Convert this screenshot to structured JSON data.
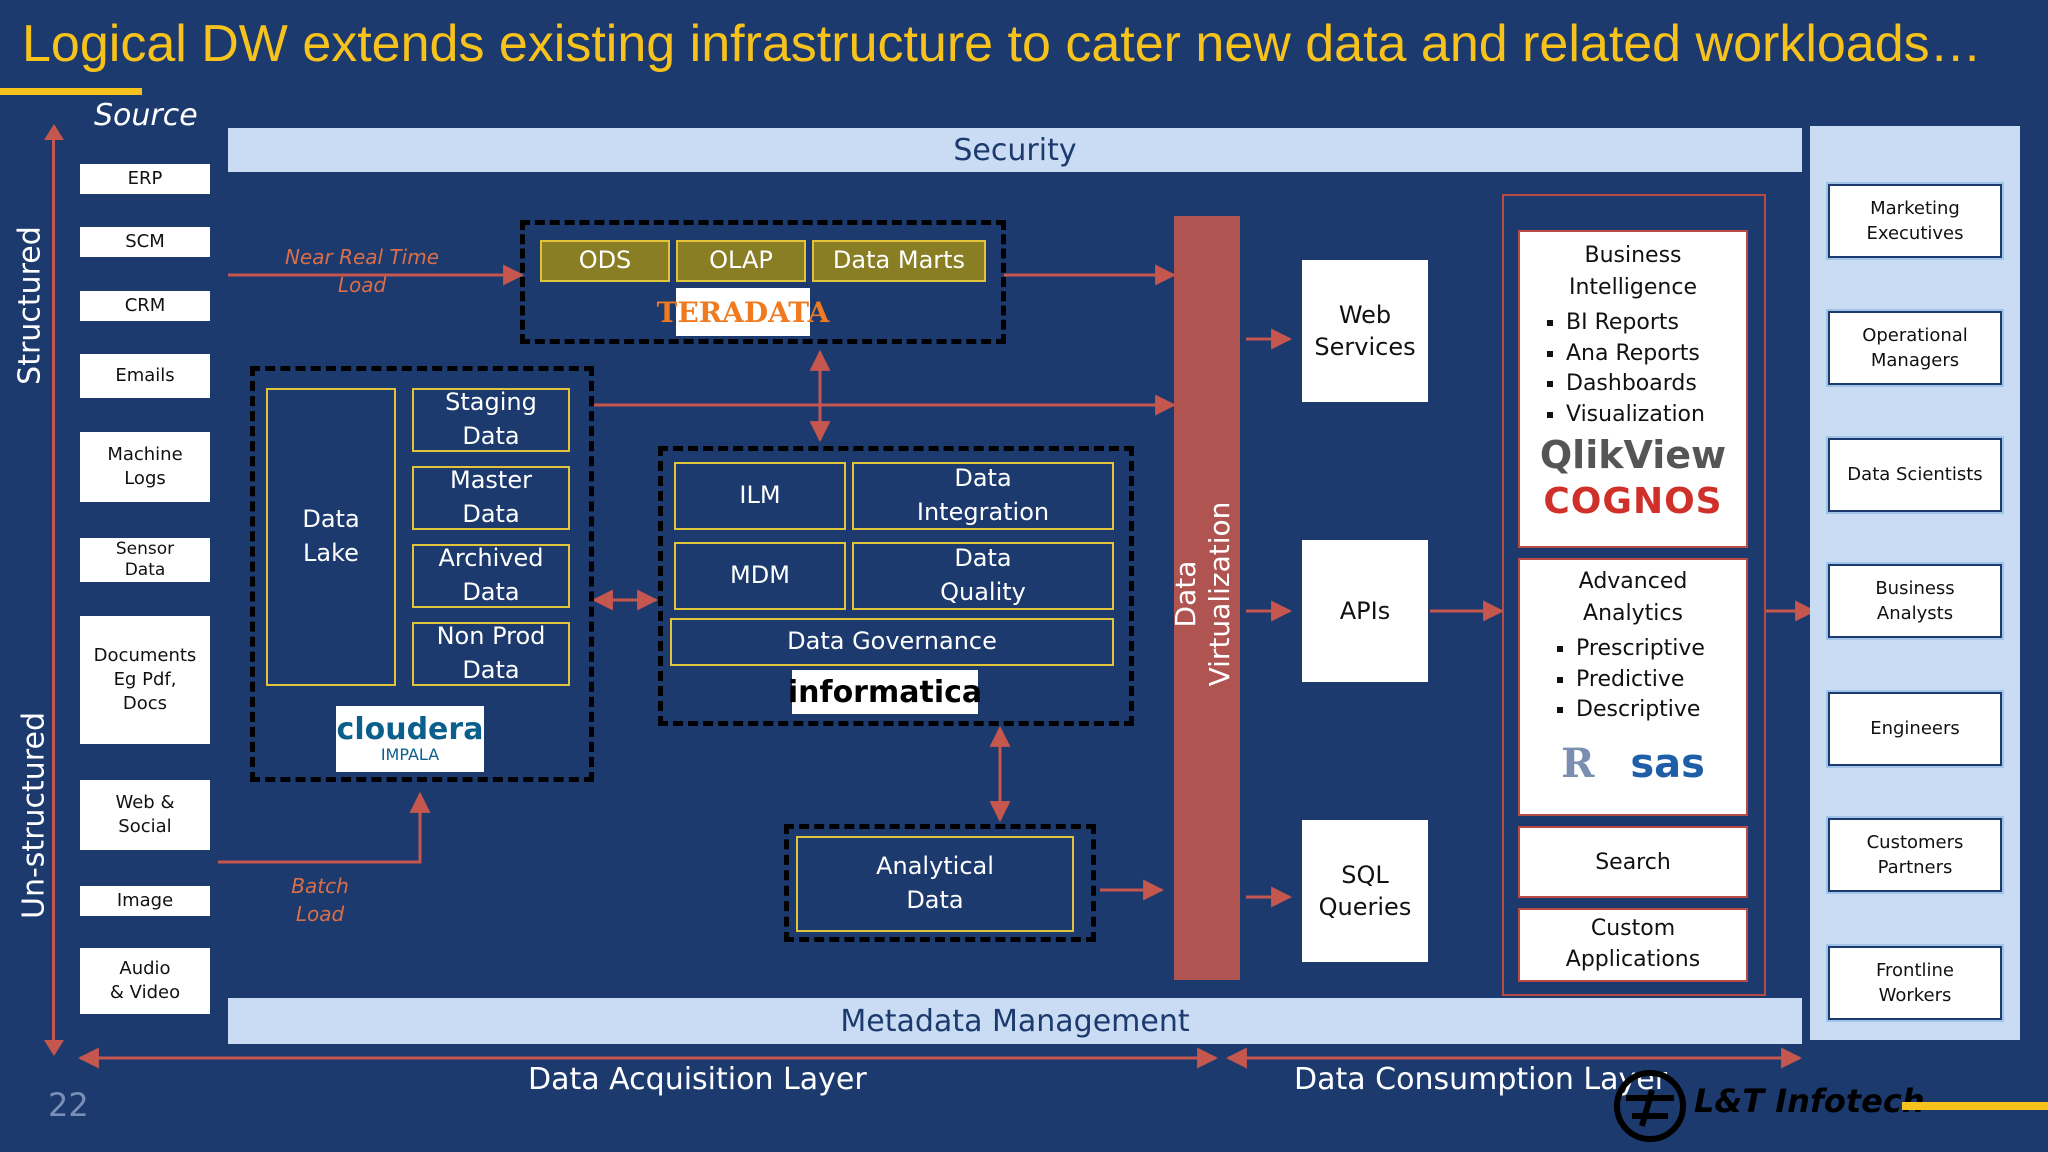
{
  "title": "Logical DW extends existing infrastructure to cater new data and related workloads…",
  "source_label": "Source",
  "axis": {
    "structured": "Structured",
    "unstructured": "Un-structured"
  },
  "sources": [
    "ERP",
    "SCM",
    "CRM",
    "Emails",
    "Machine\nLogs",
    "Sensor\nData",
    "Documents\nEg Pdf,\nDocs",
    "Web &\nSocial",
    "Image",
    "Audio\n& Video"
  ],
  "security": "Security",
  "metadata": "Metadata Management",
  "load": {
    "near_real_time": "Near Real Time\nLoad",
    "batch": "Batch\nLoad"
  },
  "warehouse": {
    "ods": "ODS",
    "olap": "OLAP",
    "marts": "Data Marts",
    "vendor_logo": "TERADATA"
  },
  "lake": {
    "main": "Data\nLake",
    "staging": "Staging\nData",
    "master": "Master\nData",
    "archived": "Archived\nData",
    "nonprod": "Non Prod\nData",
    "vendor_logo_top": "cloudera",
    "vendor_logo_bottom": "IMPALA"
  },
  "mdm": {
    "ilm": "ILM",
    "integration": "Data\nIntegration",
    "mdm": "MDM",
    "quality": "Data\nQuality",
    "governance": "Data Governance",
    "vendor_logo": "informatica"
  },
  "analytical": "Analytical\nData",
  "virtualization": "Data\nVirtualization",
  "services": {
    "web": "Web\nServices",
    "apis": "APIs",
    "sql": "SQL\nQueries"
  },
  "bi": {
    "title": "Business\nIntelligence",
    "items": [
      "BI Reports",
      "Ana Reports",
      "Dashboards",
      "Visualization"
    ],
    "logo1": "QlikView",
    "logo2": "COGNOS"
  },
  "advanced": {
    "title": "Advanced\nAnalytics",
    "items": [
      "Prescriptive",
      "Predictive",
      "Descriptive"
    ],
    "logo1": "R",
    "logo2": "sas"
  },
  "search": "Search",
  "custom": "Custom\nApplications",
  "consumers": [
    "Marketing\nExecutives",
    "Operational\nManagers",
    "Data Scientists",
    "Business\nAnalysts",
    "Engineers",
    "Customers\nPartners",
    "Frontline\nWorkers"
  ],
  "layers": {
    "acquisition": "Data Acquisition Layer",
    "consumption": "Data Consumption Layer"
  },
  "page_number": "22",
  "company_logo": "L&T Infotech",
  "colors": {
    "background": "#1c3a6e",
    "title": "#f7c21c",
    "box_border": "#e3c33a",
    "virtualization": "#b05452",
    "arrow": "#c5574f",
    "band": "#c9dcf3"
  }
}
